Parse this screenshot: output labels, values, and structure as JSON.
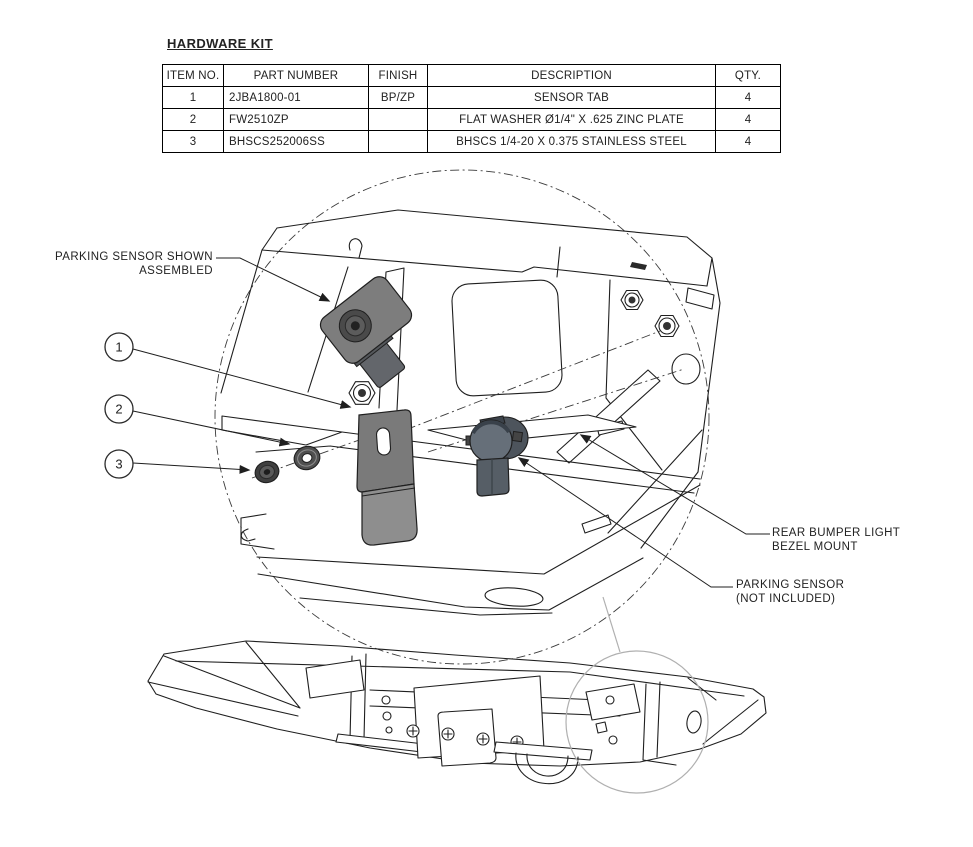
{
  "title": "HARDWARE KIT",
  "table": {
    "columns": [
      "ITEM NO.",
      "PART NUMBER",
      "FINISH",
      "DESCRIPTION",
      "QTY."
    ],
    "rows": [
      {
        "item_no": "1",
        "part_number": "2JBA1800-01",
        "finish": "BP/ZP",
        "description": "SENSOR TAB",
        "qty": "4"
      },
      {
        "item_no": "2",
        "part_number": "FW2510ZP",
        "finish": "",
        "description": "FLAT WASHER Ø1/4\" X .625 ZINC PLATE",
        "qty": "4"
      },
      {
        "item_no": "3",
        "part_number": "BHSCS252006SS",
        "finish": "",
        "description": "BHSCS 1/4-20 X 0.375 STAINLESS STEEL",
        "qty": "4"
      }
    ]
  },
  "diagram": {
    "labels": {
      "assembled_line1": "PARKING SENSOR SHOWN",
      "assembled_line2": "ASSEMBLED",
      "bezel_line1": "REAR BUMPER LIGHT",
      "bezel_line2": "BEZEL MOUNT",
      "sensor_line1": "PARKING SENSOR",
      "sensor_line2": "(NOT INCLUDED)"
    },
    "callouts": [
      {
        "number": "1",
        "part": "sensor tab"
      },
      {
        "number": "2",
        "part": "flat washer"
      },
      {
        "number": "3",
        "part": "button head screw"
      }
    ],
    "colors": {
      "line": "#1f1f1f",
      "tab_gray": "#7a7a7a",
      "sensor_body_gray": "#7d7d7d",
      "dark_part": "#4f4f4f",
      "parking_sensor": "#666f79",
      "detail_circle": "#b0b0b0"
    }
  }
}
